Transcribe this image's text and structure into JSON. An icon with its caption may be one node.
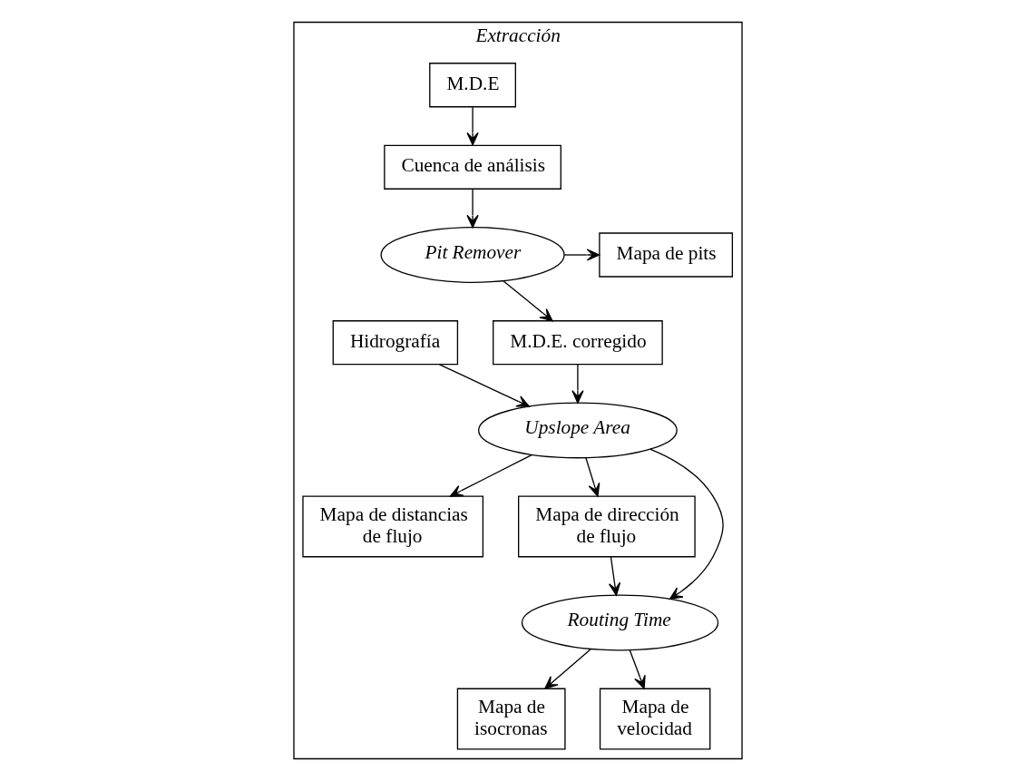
{
  "diagram": {
    "nodes": [
      {
        "text": [
          "Extracción"
        ]
      },
      {
        "text": [
          "M.D.E"
        ],
        "in": 0
      },
      {
        "text": [
          "Cuenca de análisis"
        ],
        "in": 0
      },
      {
        "text": [
          "Pit Remover"
        ],
        "in": 0
      },
      {
        "text": [
          "Mapa de pits"
        ],
        "in": 0
      },
      {
        "text": [
          "M.D.E. corregido"
        ],
        "in": 0
      },
      {
        "text": [
          "Hidrografía"
        ],
        "in": 0
      },
      {
        "text": [
          "Upslope Area"
        ],
        "in": 0
      },
      {
        "text": [
          "Mapa de distancias de flujo"
        ],
        "in": 0
      },
      {
        "text": [
          "Mapa de dirección de flujo"
        ],
        "in": 0
      },
      {
        "text": [
          "Routing Time"
        ],
        "in": 0
      },
      {
        "text": [
          "Mapa de isocronas"
        ],
        "in": 0
      },
      {
        "text": [
          "Mapa de velocidad"
        ],
        "in": 0
      }
    ],
    "edges": [
      {
        "from": 1,
        "to": 2,
        "arrow": "to"
      },
      {
        "from": 2,
        "to": 3,
        "arrow": "to"
      },
      {
        "from": 3,
        "to": 4,
        "arrow": "to"
      },
      {
        "from": 3,
        "to": 5,
        "arrow": "to"
      },
      {
        "from": 5,
        "to": 7,
        "arrow": "to"
      },
      {
        "from": 6,
        "to": 7,
        "arrow": "to"
      },
      {
        "from": 7,
        "to": 8,
        "arrow": "to"
      },
      {
        "from": 7,
        "to": 9,
        "arrow": "to"
      },
      {
        "from": 7,
        "to": 10,
        "arrow": "to"
      },
      {
        "from": 9,
        "to": 10,
        "arrow": "to"
      },
      {
        "from": 10,
        "to": 11,
        "arrow": "to"
      },
      {
        "from": 10,
        "to": 12,
        "arrow": "to"
      }
    ]
  }
}
